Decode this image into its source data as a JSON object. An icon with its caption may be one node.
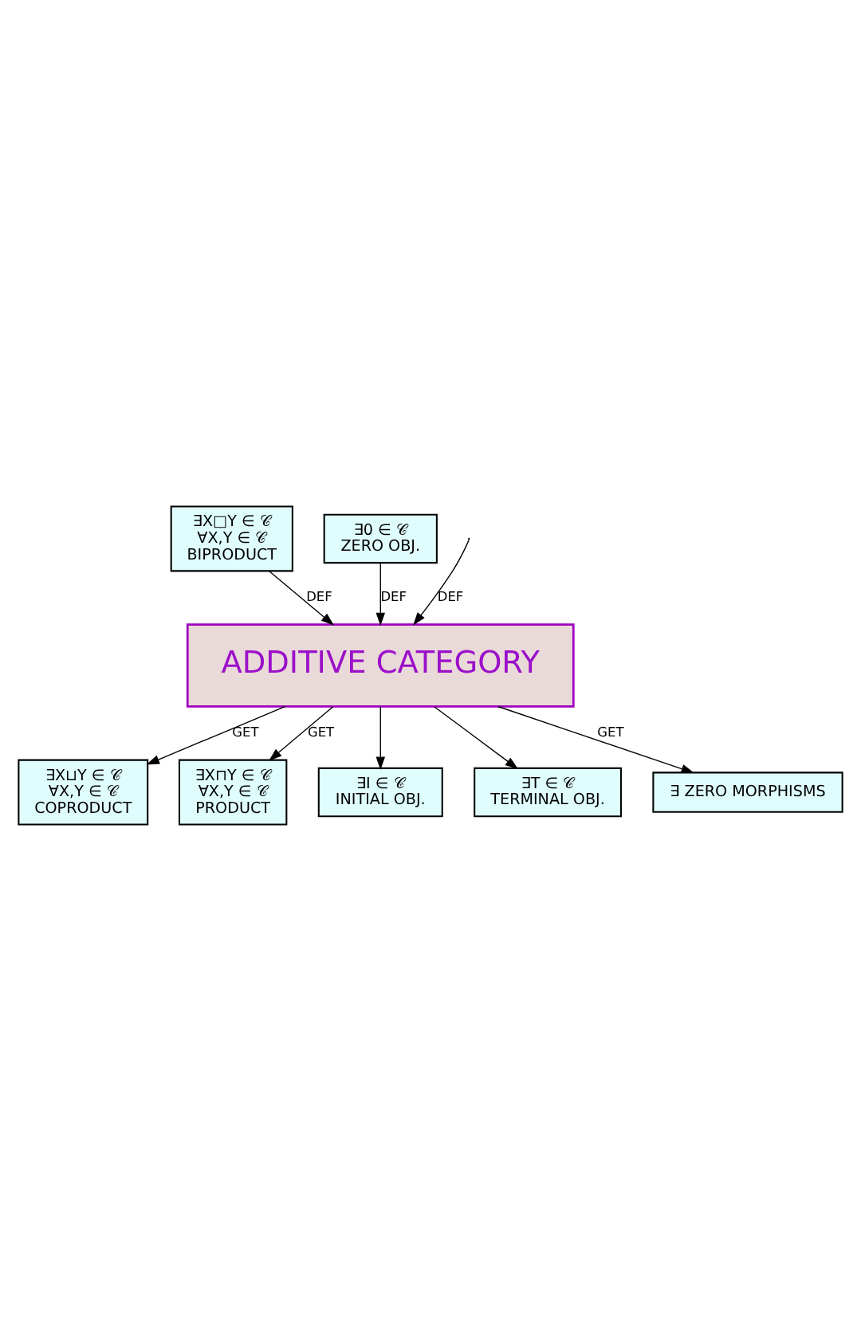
{
  "diagram": {
    "nodes": [
      {
        "text": [
          "∃X□Y ∈ 𝒞",
          "∀X,Y ∈ 𝒞",
          "BIPRODUCT"
        ]
      },
      {
        "text": [
          "∃0 ∈ 𝒞",
          "ZERO OBJ."
        ]
      },
      {
        "text": [
          "ADDITIVE CATEGORY"
        ]
      },
      {
        "text": [
          "∃X⊔Y ∈ 𝒞",
          "∀X,Y ∈ 𝒞",
          "COPRODUCT"
        ]
      },
      {
        "text": [
          "∃X⊓Y ∈ 𝒞",
          "∀X,Y ∈ 𝒞",
          "PRODUCT"
        ]
      },
      {
        "text": [
          "∃I ∈ 𝒞",
          "INITIAL OBJ."
        ]
      },
      {
        "text": [
          "∃T ∈ 𝒞",
          "TERMINAL OBJ."
        ]
      },
      {
        "text": [
          "∃ ZERO MORPHISMS"
        ]
      }
    ],
    "edges": [
      {
        "from": null,
        "to": 2,
        "arrow": "to",
        "label": "DEF"
      },
      {
        "from": 0,
        "to": 2,
        "arrow": "to",
        "label": "DEF"
      },
      {
        "from": 1,
        "to": 2,
        "arrow": "to",
        "label": "DEF"
      },
      {
        "from": 2,
        "to": 3,
        "arrow": "to",
        "label": "GET"
      },
      {
        "from": 2,
        "to": 4,
        "arrow": "to",
        "label": "GET"
      },
      {
        "from": 2,
        "to": 5,
        "arrow": "to"
      },
      {
        "from": 2,
        "to": 6,
        "arrow": "to"
      },
      {
        "from": 2,
        "to": 7,
        "arrow": "to",
        "label": "GET"
      }
    ]
  }
}
